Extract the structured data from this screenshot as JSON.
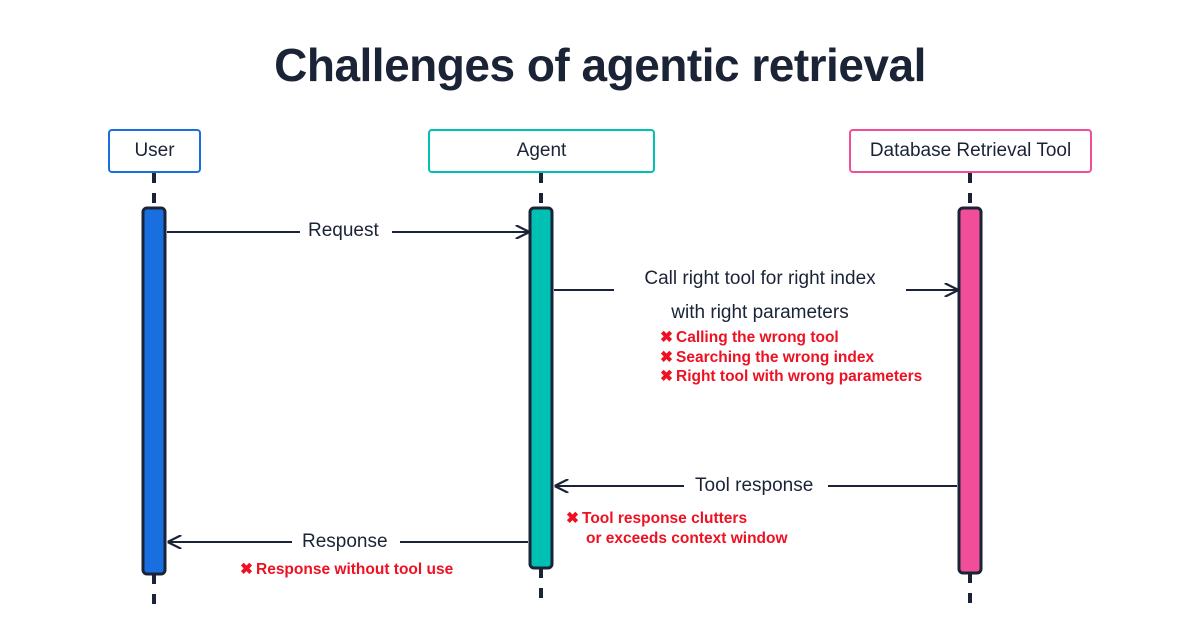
{
  "title": "Challenges of agentic retrieval",
  "colors": {
    "user": "#1a6fe0",
    "agent": "#00bfb3",
    "tool": "#f04e98",
    "line": "#1b2436",
    "error": "#ee1122",
    "background": "#ffffff"
  },
  "participants": [
    {
      "id": "user",
      "label": "User",
      "color": "#1a6fe0"
    },
    {
      "id": "agent",
      "label": "Agent",
      "color": "#00bfb3"
    },
    {
      "id": "tool",
      "label": "Database Retrieval Tool",
      "color": "#f04e98"
    }
  ],
  "messages": [
    {
      "id": "request",
      "label": "Request",
      "from": "user",
      "to": "agent",
      "direction": "right"
    },
    {
      "id": "call-tool",
      "label_line1": "Call right tool for right index",
      "label_line2": "with right parameters",
      "from": "agent",
      "to": "tool",
      "direction": "right"
    },
    {
      "id": "tool-response",
      "label": "Tool response",
      "from": "tool",
      "to": "agent",
      "direction": "left"
    },
    {
      "id": "response",
      "label": "Response",
      "from": "agent",
      "to": "user",
      "direction": "left"
    }
  ],
  "annotations": {
    "x_glyph": "✖",
    "call_tool_errors": [
      "Calling the wrong tool",
      "Searching the wrong index",
      "Right tool with wrong parameters"
    ],
    "tool_response_error_line1": "Tool response clutters",
    "tool_response_error_line2": "or exceeds context window",
    "response_error": "Response without tool use"
  }
}
